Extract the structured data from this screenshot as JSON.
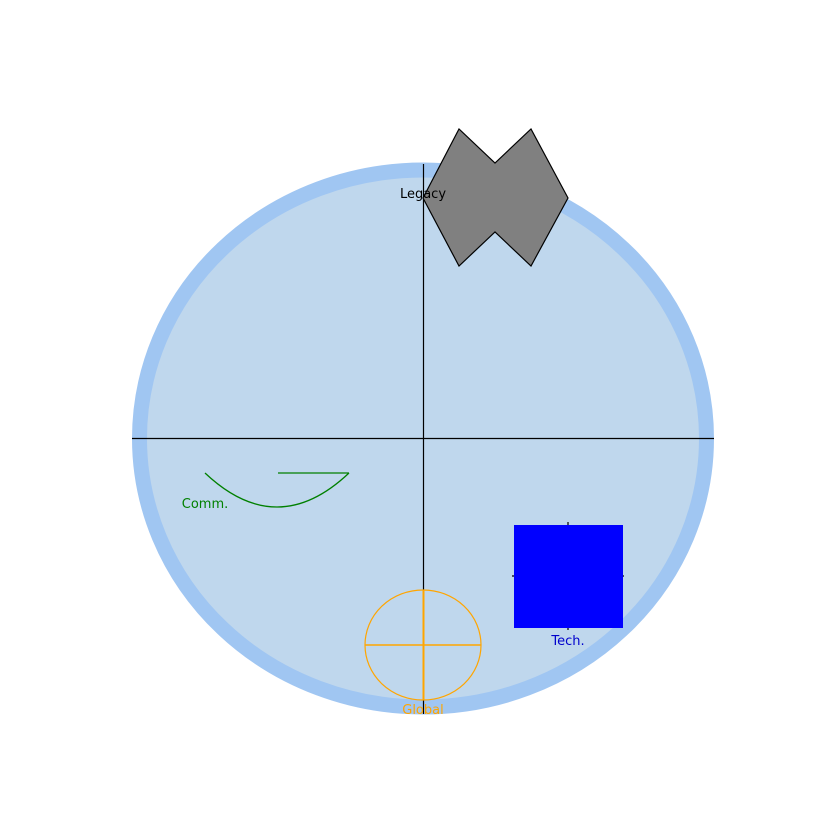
{
  "diagram": {
    "background_color": "#ffffff",
    "circle": {
      "fill": "#bfd7ed",
      "ring_color": "#a0c6f2"
    },
    "axes_color": "#000000",
    "labels": {
      "legacy": "Legacy",
      "comm": "Comm.",
      "tech": "Tech.",
      "global": "Global"
    },
    "elements": {
      "legacy": {
        "shape": "bowtie-polygon",
        "fill": "#808080",
        "stroke": "#000000"
      },
      "comm": {
        "shape": "curve-and-line",
        "color": "#008000"
      },
      "tech": {
        "shape": "square-with-crosshair",
        "fill": "#0000ff"
      },
      "global": {
        "shape": "crosshair-circle",
        "color": "#ffa500"
      }
    }
  }
}
